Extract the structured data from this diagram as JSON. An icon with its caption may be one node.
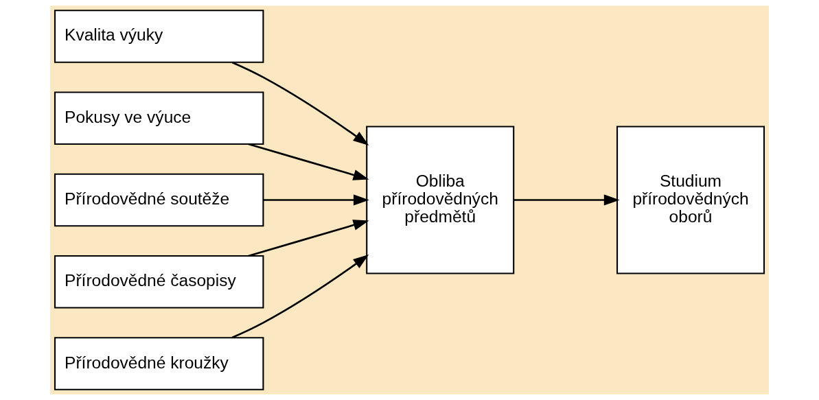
{
  "diagram": {
    "nodes": [
      {
        "text": [
          "Kvalita výuky"
        ]
      },
      {
        "text": [
          "Pokusy ve výuce"
        ]
      },
      {
        "text": [
          "Přírodovědné soutěže"
        ]
      },
      {
        "text": [
          "Přírodovědné časopisy"
        ]
      },
      {
        "text": [
          "Přírodovědné kroužky"
        ]
      },
      {
        "text": [
          "Obliba přírodovědných předmětů"
        ]
      },
      {
        "text": [
          "Studium přírodovědných oborů"
        ]
      }
    ],
    "edges": [
      {
        "from": 0,
        "to": 5,
        "arrow": "to"
      },
      {
        "from": 1,
        "to": 5,
        "arrow": "to"
      },
      {
        "from": 2,
        "to": 5,
        "arrow": "to"
      },
      {
        "from": 3,
        "to": 5,
        "arrow": "to"
      },
      {
        "from": 4,
        "to": 5,
        "arrow": "to"
      },
      {
        "from": 5,
        "to": 6,
        "arrow": "to"
      }
    ]
  }
}
